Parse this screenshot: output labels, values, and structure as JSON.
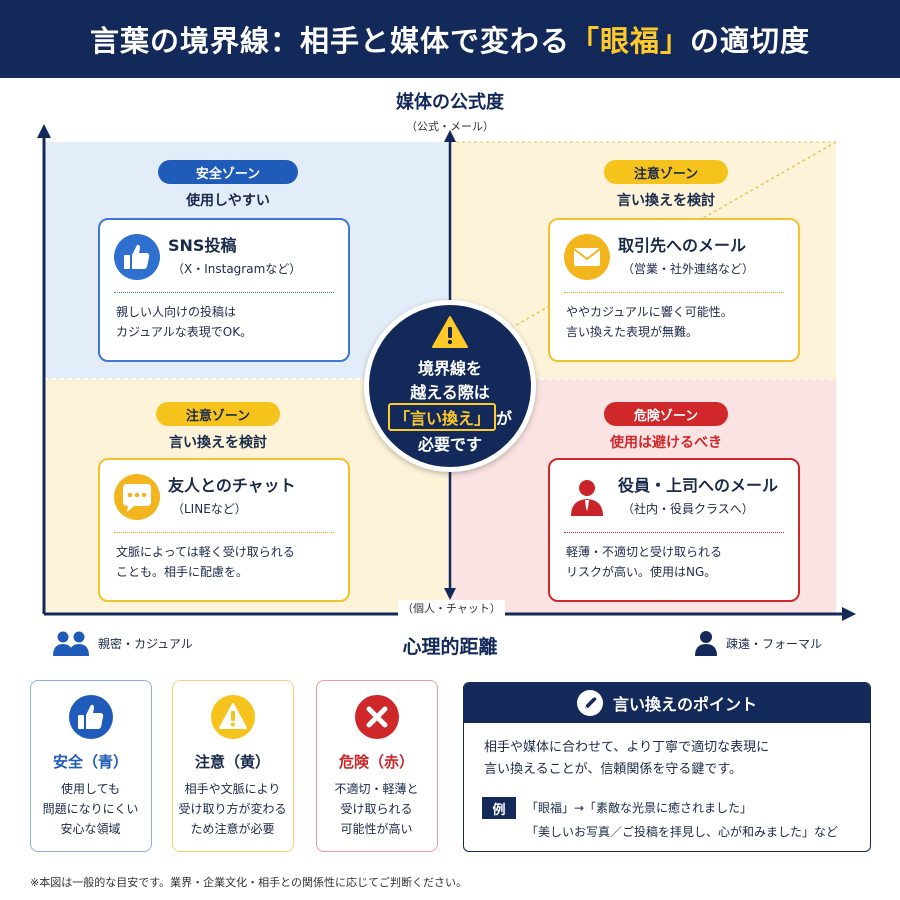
{
  "header": {
    "title_a": "言葉の境界線：相手と媒体で変わる",
    "title_hl": "「眼福」",
    "title_b": "の適切度"
  },
  "y_axis": {
    "title": "媒体の公式度",
    "top_label": "（公式・メール）",
    "bottom_label": "（個人・チャット）"
  },
  "x_axis": {
    "title": "心理的距離",
    "left_label": "親密・カジュアル",
    "right_label": "疎遠・フォーマル"
  },
  "quadrants": {
    "tl": {
      "zone": "安全ゾーン",
      "sub": "使用しやすい",
      "card": {
        "title": "SNS投稿",
        "sub": "（X・Instagramなど）",
        "body": [
          "親しい人向けの投稿は",
          "カジュアルな表現でOK。"
        ]
      }
    },
    "tr": {
      "zone": "注意ゾーン",
      "sub": "言い換えを検討",
      "card": {
        "title": "取引先へのメール",
        "sub": "（営業・社外連絡など）",
        "body": [
          "ややカジュアルに響く可能性。",
          "言い換えた表現が無難。"
        ]
      }
    },
    "bl": {
      "zone": "注意ゾーン",
      "sub": "言い換えを検討",
      "card": {
        "title": "友人とのチャット",
        "sub": "（LINEなど）",
        "body": [
          "文脈によっては軽く受け取られる",
          "ことも。相手に配慮を。"
        ]
      }
    },
    "br": {
      "zone": "危険ゾーン",
      "sub": "使用は避けるべき",
      "card": {
        "title": "役員・上司へのメール",
        "sub": "（社内・役員クラスへ）",
        "body": [
          "軽薄・不適切と受け取られる",
          "リスクが高い。使用はNG。"
        ]
      }
    }
  },
  "center": {
    "line1": "境界線を",
    "line2": "越える際は",
    "line3_hl": "「言い換え」",
    "line3_b": "が",
    "line4": "必要です"
  },
  "legend": [
    {
      "title": "安全（青）",
      "body": [
        "使用しても",
        "問題になりにくい",
        "安心な領域"
      ]
    },
    {
      "title": "注意（黄）",
      "body": [
        "相手や文脈により",
        "受け取り方が変わる",
        "ため注意が必要"
      ]
    },
    {
      "title": "危険（赤）",
      "body": [
        "不適切・軽薄と",
        "受け取られる",
        "可能性が高い"
      ]
    }
  ],
  "points": {
    "title": "言い換えのポイント",
    "body": [
      "相手や媒体に合わせて、より丁寧で適切な表現に",
      "言い換えることが、信頼関係を守る鍵です。"
    ],
    "example_label": "例",
    "example_lines": [
      "「眼福」→「素敵な光景に癒されました」",
      "「美しいお写真／ご投稿を拝見し、心が和みました」など"
    ]
  },
  "footnote": "※本図は一般的な目安です。業界・企業文化・相手との関係性に応じてご判断ください。",
  "colors": {
    "navy": "#13295a",
    "blue": "#1f5bb8",
    "yellow": "#f6c31d",
    "red": "#d0272a"
  },
  "icons": {
    "tl": "thumbs-up-icon",
    "tr": "envelope-icon",
    "bl": "chat-bubble-icon",
    "br": "person-icon",
    "center": "warning-icon",
    "points": "pen-icon"
  }
}
